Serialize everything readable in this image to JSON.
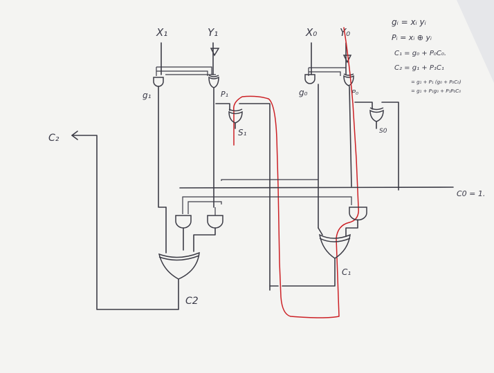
{
  "inputs": {
    "x1": "X₁",
    "y1": "Y₁",
    "x0": "X₀",
    "y0": "Y₀"
  },
  "signals": {
    "g1": "g₁",
    "p1": "P₁",
    "g0": "g₀",
    "p0": "P₀",
    "s1": "S₁",
    "s0": "S0",
    "c1": "C₁",
    "c2_gate": "C2",
    "c2_out": "C₂",
    "c0": "C0 = 1."
  },
  "equations": [
    "gᵢ = xᵢ yᵢ",
    "Pᵢ = xᵢ ⊕ yᵢ",
    "C₁ = g₀ + P₀C₀.",
    "C₂ = g₁ + P₁C₁",
    "= g₁ + P₁ (g₀ + P₀C₀)",
    "= g₁ + P₁g₀ + P₁P₀C₀"
  ],
  "colors": {
    "ink": "#3b3b45",
    "red_wire": "#cc1f24",
    "paper": "#f7f7f5"
  }
}
